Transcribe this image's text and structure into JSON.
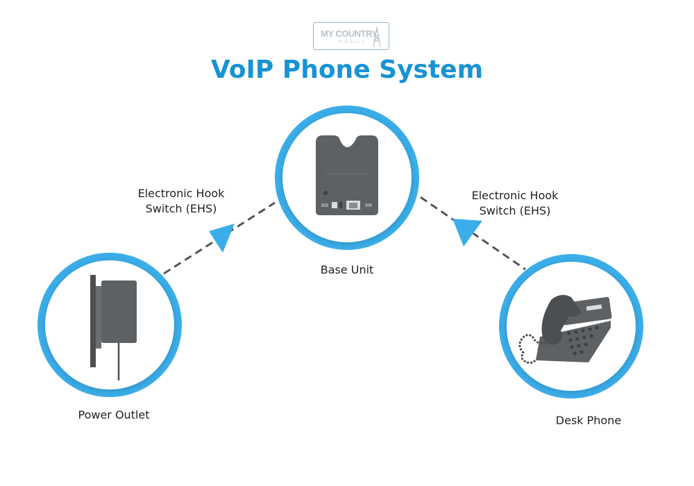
{
  "logo": {
    "main": "MY COUNTRY",
    "sub": "MOBILE"
  },
  "title": "VoIP Phone System",
  "nodes": {
    "base": {
      "label": "Base Unit"
    },
    "power": {
      "label": "Power Outlet"
    },
    "desk": {
      "label": "Desk Phone"
    }
  },
  "edges": {
    "left": {
      "line1": "Electronic Hook",
      "line2": "Switch (EHS)"
    },
    "right": {
      "line1": "Electronic Hook",
      "line2": "Switch (EHS)"
    }
  },
  "colors": {
    "accent": "#3aaeea",
    "title": "#1793d3",
    "device": "#5e6164",
    "connector": "#555555"
  }
}
